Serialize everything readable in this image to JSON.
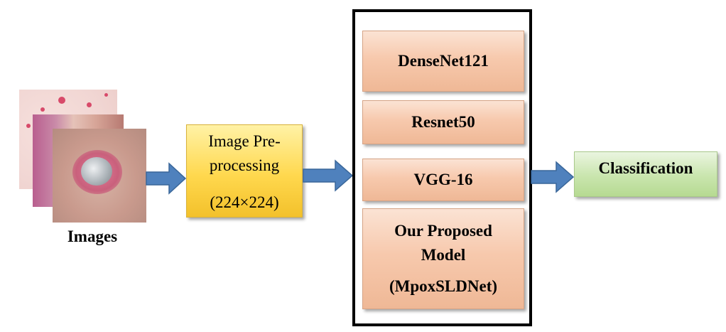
{
  "input": {
    "caption": "Images"
  },
  "preprocessing": {
    "line1": "Image Pre-",
    "line2": "processing",
    "line3": "(224×224)"
  },
  "models": {
    "densenet": "DenseNet121",
    "resnet": "Resnet50",
    "vgg": "VGG-16",
    "proposed_line1": "Our Proposed",
    "proposed_line2": "Model",
    "proposed_line3": "(MpoxSLDNet)"
  },
  "output": {
    "label": "Classification"
  },
  "colors": {
    "arrow": "#4f81bd",
    "preprocessing": "#ffd84e",
    "model_box": "#f7c9ad",
    "classification": "#c9e5ad"
  }
}
